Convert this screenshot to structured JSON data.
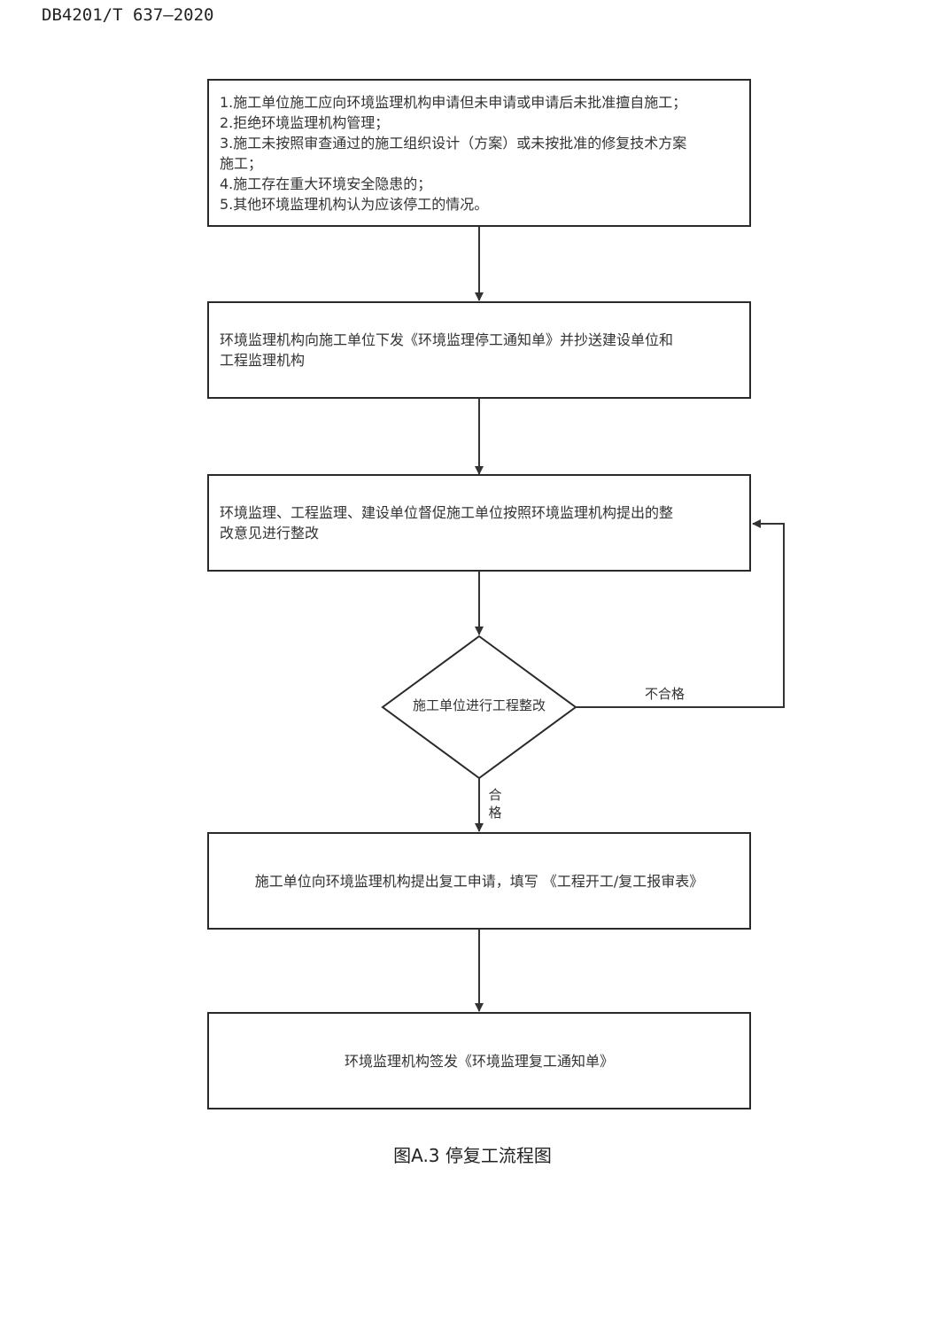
{
  "header": {
    "doc_code": "DB4201/T 637—2020"
  },
  "flowchart": {
    "nodes": [
      {
        "id": "trigger-conditions",
        "lines": [
          "1.施工单位施工应向环境监理机构申请但未申请或申请后未批准擅自施工；",
          "2.拒绝环境监理机构管理；",
          "3.施工未按照审查通过的施工组织设计（方案）或未按批准的修复技术方案",
          "施工；",
          "4.施工存在重大环境安全隐患的；",
          "5.其他环境监理机构认为应该停工的情况。"
        ]
      },
      {
        "id": "stop-notice",
        "lines": [
          "环境监理机构向施工单位下发《环境监理停工通知单》并抄送建设单位和",
          "工程监理机构"
        ]
      },
      {
        "id": "rectification-supervision",
        "lines": [
          "环境监理、工程监理、建设单位督促施工单位按照环境监理机构提出的整",
          "改意见进行整改"
        ]
      },
      {
        "id": "resume-application",
        "lines": [
          "施工单位向环境监理机构提出复工申请，填写 《工程开工/复工报审表》"
        ]
      },
      {
        "id": "resume-notice",
        "lines": [
          "环境监理机构签发《环境监理复工通知单》"
        ]
      }
    ],
    "decision": {
      "label": "施工单位进行工程整改"
    },
    "edges": {
      "fail_label": "不合格",
      "pass_label": "合\n格"
    }
  },
  "caption": "图A.3 停复工流程图"
}
